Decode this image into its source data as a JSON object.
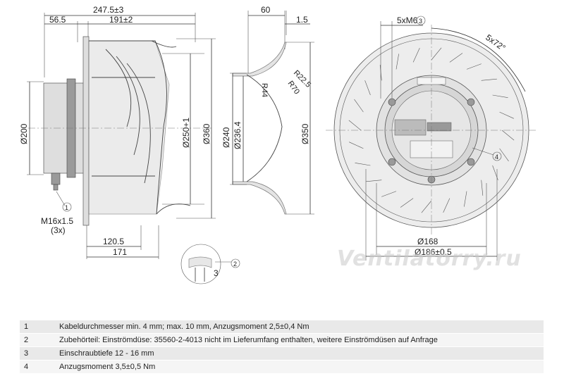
{
  "dimensions": {
    "d_247_5": "247.5±3",
    "d_56_5": "56.5",
    "d_191": "191±2",
    "d_200": "Ø200",
    "d_250": "Ø250+1",
    "d_360": "Ø360",
    "d_120_5": "120.5",
    "d_171": "171",
    "d_m16": "M16x1.5",
    "d_3x": "(3x)",
    "d_60": "60",
    "d_1_5": "1.5",
    "d_r22_5": "R22.5",
    "d_r70": "R70",
    "d_r44": "R44",
    "d_240": "Ø240",
    "d_236_4": "Ø236.4",
    "d_350": "Ø350",
    "d_3": "3",
    "d_5xm6": "5xM6",
    "d_5x72": "5x72°",
    "d_168": "Ø168",
    "d_186": "Ø186±0.5"
  },
  "callouts": {
    "c1": "1",
    "c2": "2",
    "c3": "3",
    "c4": "4"
  },
  "watermark": "Ventilatorry.ru",
  "legend": [
    {
      "num": "1",
      "text": "Kabeldurchmesser min. 4 mm; max. 10 mm, Anzugsmoment 2,5±0,4 Nm"
    },
    {
      "num": "2",
      "text": "Zubehörteil: Einströmdüse: 35560-2-4013 nicht im Lieferumfang enthalten, weitere Einströmdüsen auf Anfrage"
    },
    {
      "num": "3",
      "text": "Einschraubtiefe 12 - 16 mm"
    },
    {
      "num": "4",
      "text": "Anzugsmoment 3,5±0,5 Nm"
    }
  ]
}
